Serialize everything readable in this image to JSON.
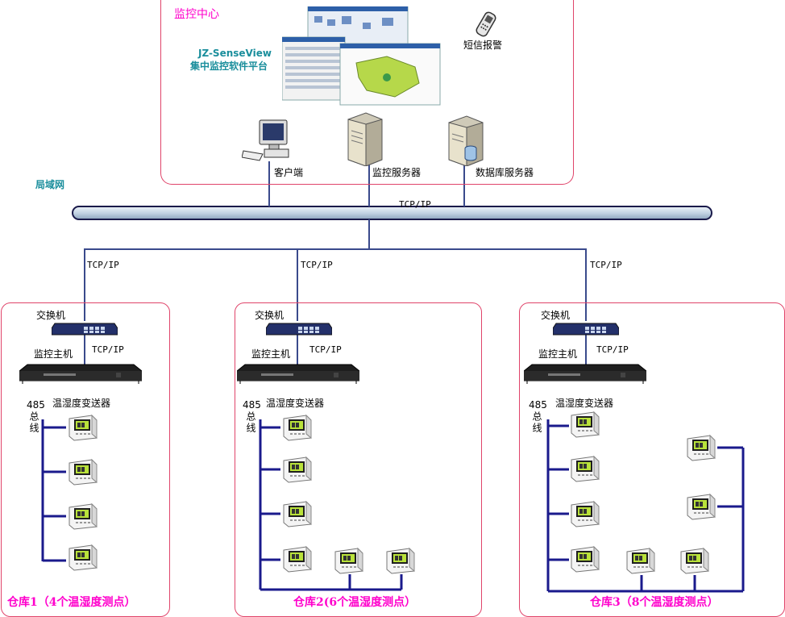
{
  "center": {
    "title": "监控中心",
    "software_name": "JZ-SenseView",
    "software_desc": "集中监控软件平台",
    "sms_label": "短信报警",
    "client_label": "客户端",
    "monitor_server_label": "监控服务器",
    "db_server_label": "数据库服务器"
  },
  "network": {
    "lan_label": "局域网",
    "backbone_protocol": "TCP/IP"
  },
  "warehouses": [
    {
      "protocol_up": "TCP/IP",
      "switch_label": "交换机",
      "host_label": "监控主机",
      "protocol_down": "TCP/IP",
      "bus_label": "485",
      "bus_suffix": "总线",
      "sensor_label": "温湿度变送器",
      "caption": "仓库1（4个温湿度测点）",
      "sensor_count": 4
    },
    {
      "protocol_up": "TCP/IP",
      "switch_label": "交换机",
      "host_label": "监控主机",
      "protocol_down": "TCP/IP",
      "bus_label": "485",
      "bus_suffix": "总线",
      "sensor_label": "温湿度变送器",
      "caption": "仓库2(6个温湿度测点）",
      "sensor_count": 6
    },
    {
      "protocol_up": "TCP/IP",
      "switch_label": "交换机",
      "host_label": "监控主机",
      "protocol_down": "TCP/IP",
      "bus_label": "485",
      "bus_suffix": "总线",
      "sensor_label": "温湿度变送器",
      "caption": "仓库3（8个温湿度测点）",
      "sensor_count": 8
    }
  ],
  "colors": {
    "wire": "#1a1a8c",
    "border": "#e0446a",
    "accent_pink": "#ff00cc",
    "accent_teal": "#1a8e9c",
    "lcd": "#b9e23a"
  }
}
